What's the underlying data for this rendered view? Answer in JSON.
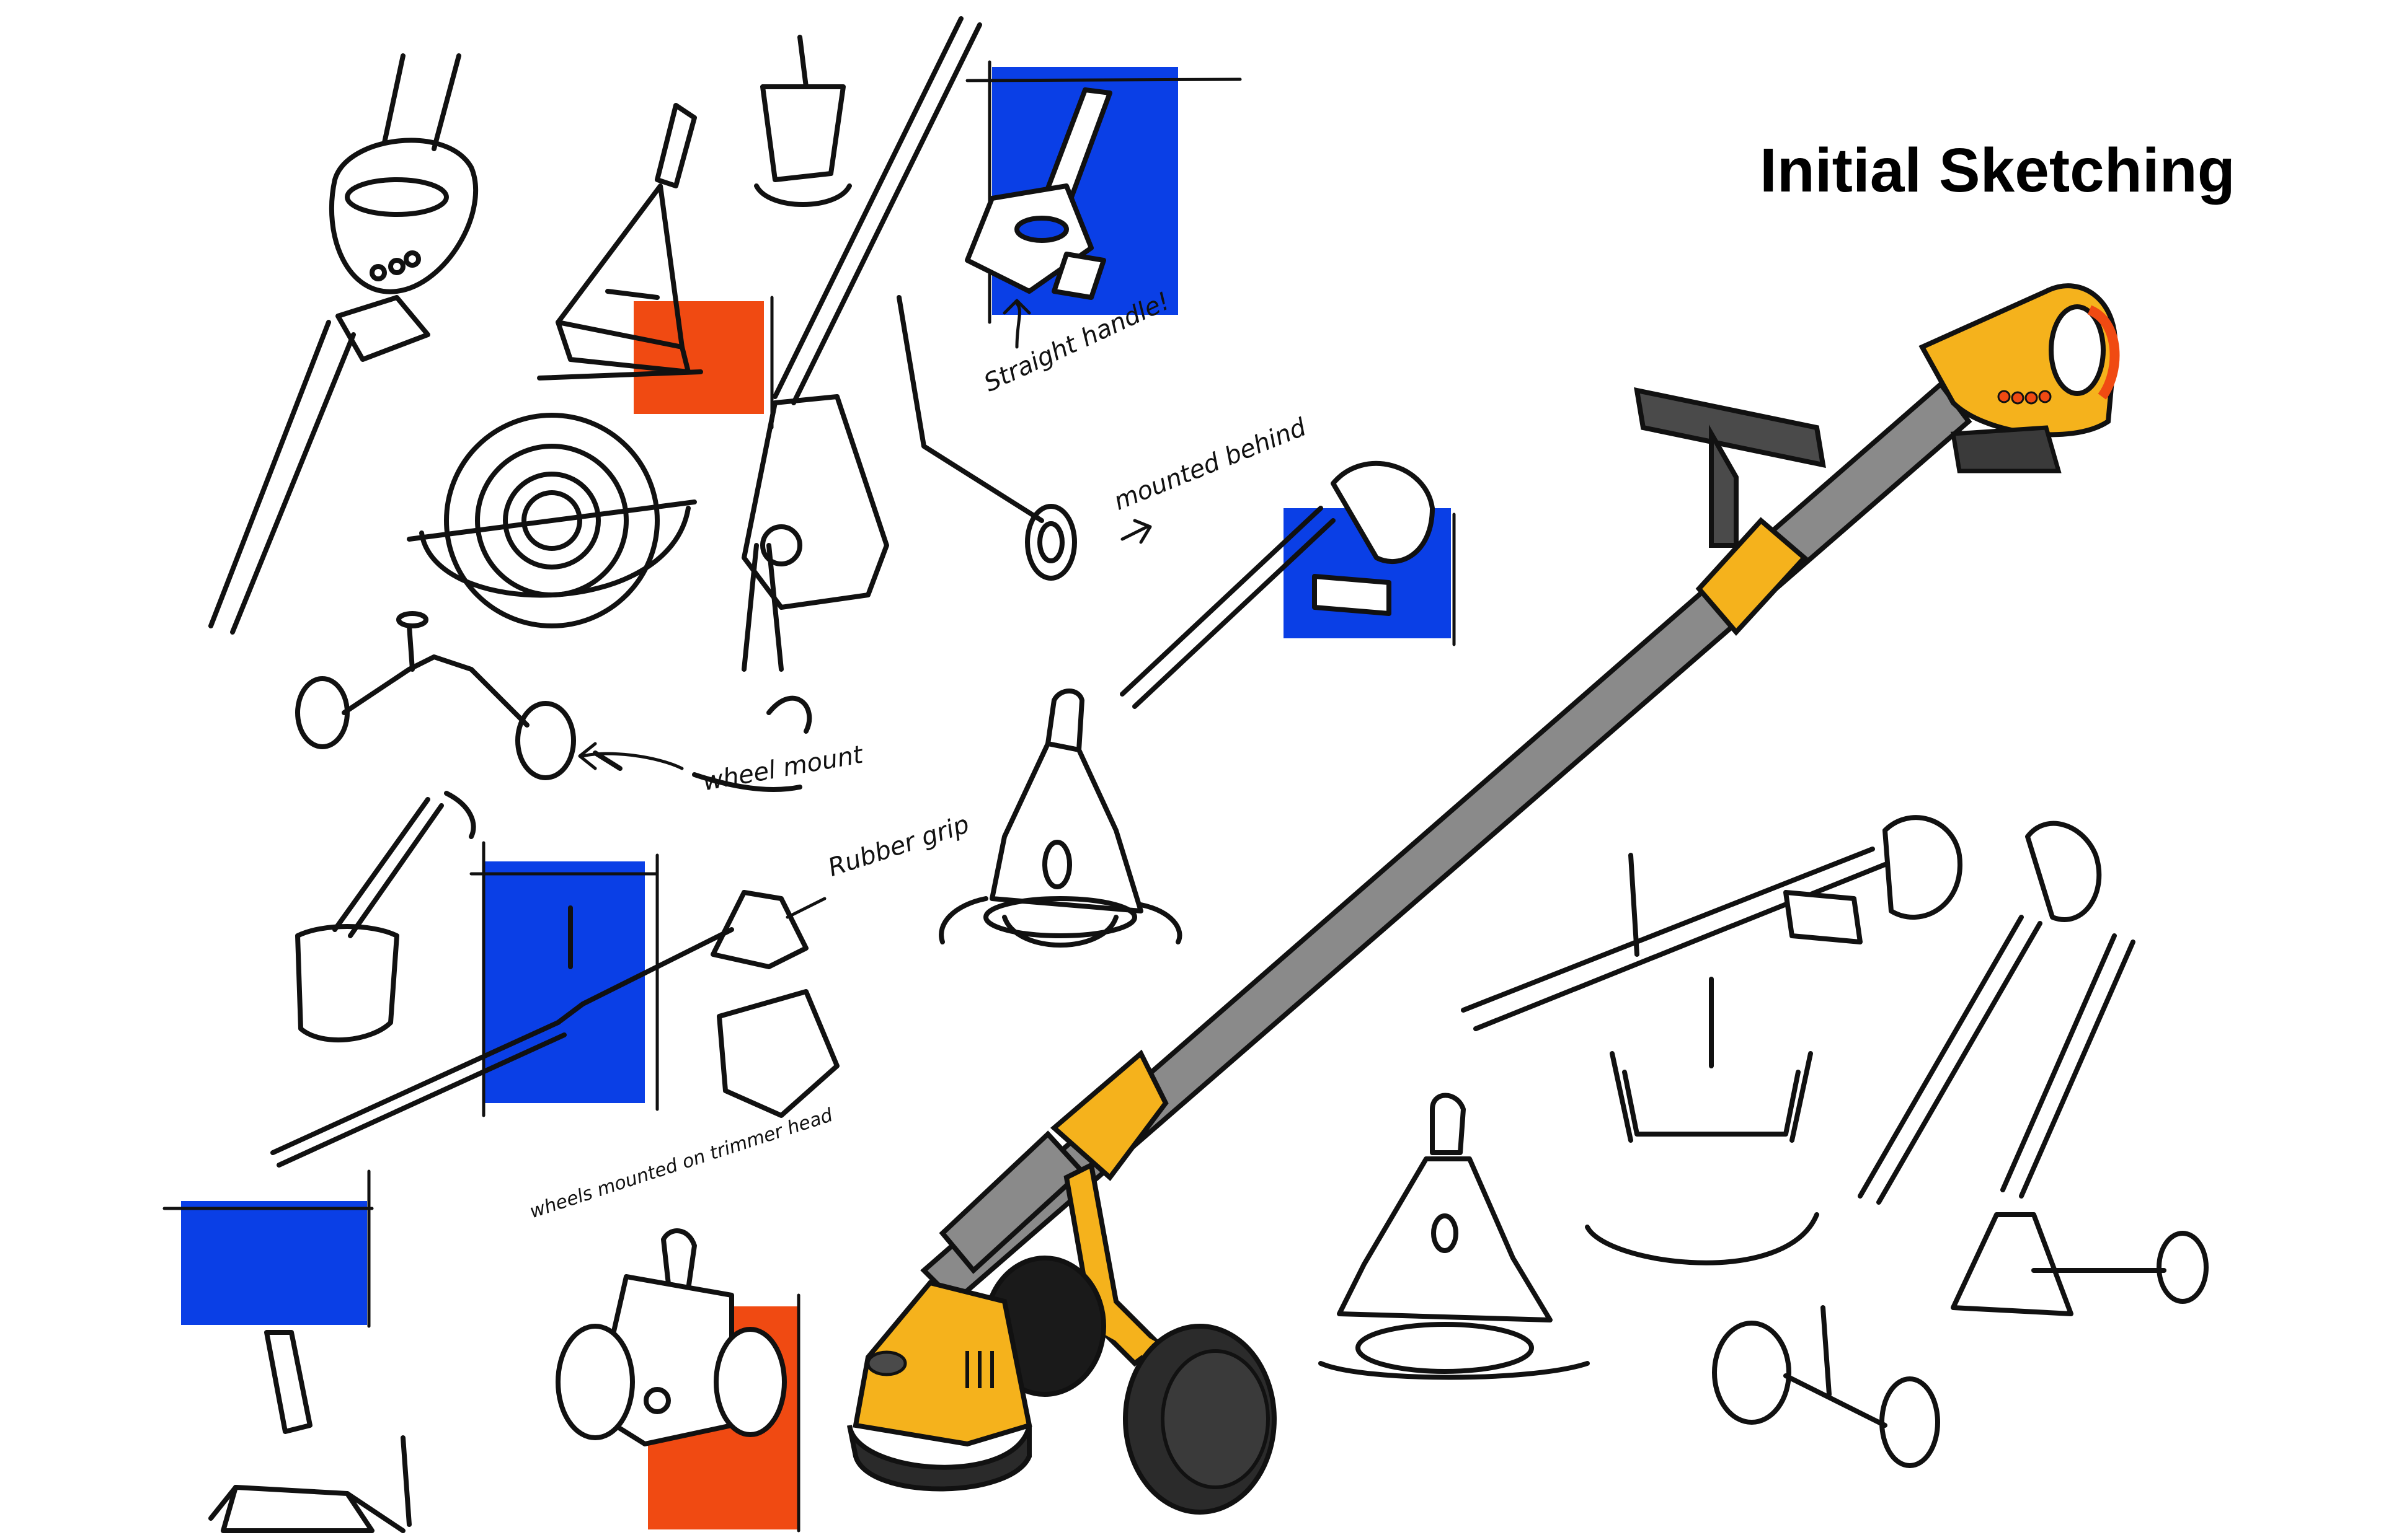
{
  "title": "Initial Sketching",
  "annotations": {
    "straight_handle": "Straight handle!",
    "mounted_behind": "mounted behind",
    "wheel_mount": "wheel mount",
    "rubber_grip": "Rubber grip",
    "wheels_mounted": "wheels mounted on trimmer head"
  },
  "colors": {
    "accent_blue": "#0a3fe6",
    "accent_orange": "#f04a12",
    "trimmer_yellow": "#f5b21c",
    "shaft_grey": "#8a8a8a",
    "dark_grey": "#3a3a3a"
  }
}
